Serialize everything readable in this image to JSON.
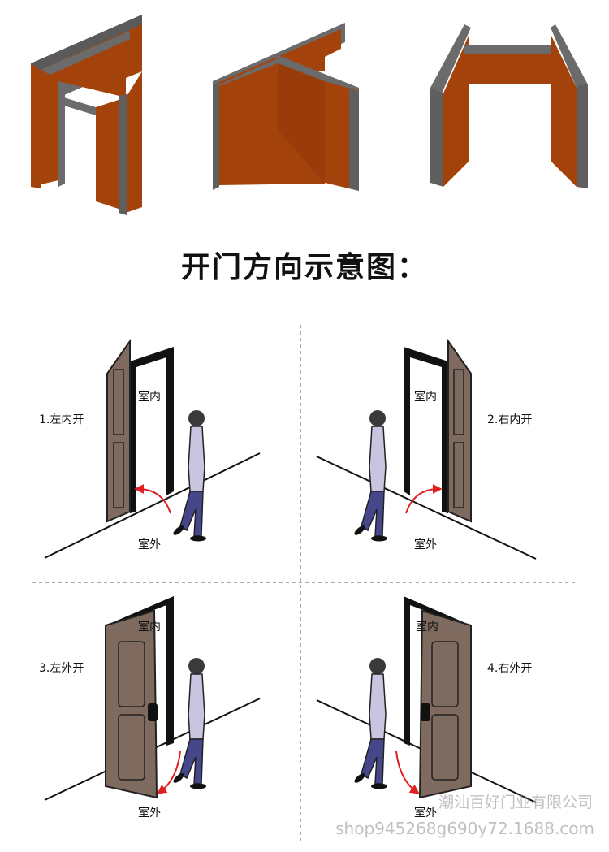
{
  "title": "开门方向示意图：",
  "diagrams": [
    {
      "label": "1.左内开",
      "inside": "室内",
      "outside": "室外"
    },
    {
      "label": "2.右内开",
      "inside": "室内",
      "outside": "室外"
    },
    {
      "label": "3.左外开",
      "inside": "室内",
      "outside": "室外"
    },
    {
      "label": "4.右外开",
      "inside": "室内",
      "outside": "室外"
    }
  ],
  "watermark": {
    "company": "潮汕百好门业有限公司",
    "url": "shop945268g690y72.1688.com"
  },
  "colors": {
    "wall_face": "#A4420C",
    "wall_edge": "#6B6B6B",
    "door": "#7E6A5E",
    "arrow": "#E02020"
  }
}
